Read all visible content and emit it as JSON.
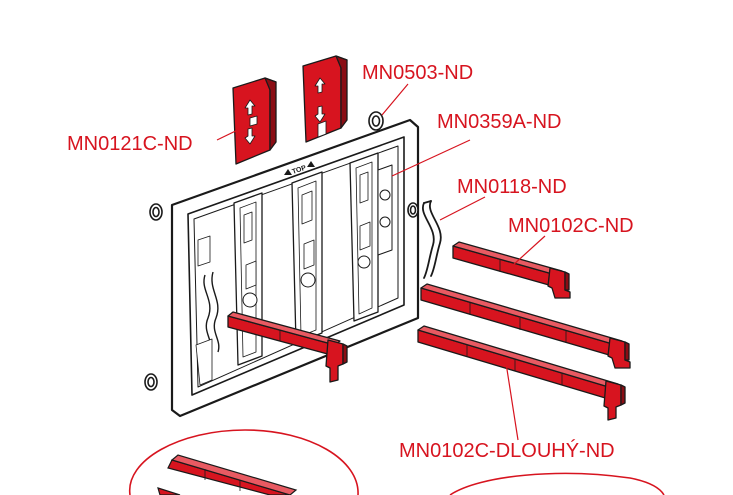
{
  "colors": {
    "accent": "#d7141f",
    "accent_dark": "#8a0d14",
    "outline": "#1a1a1a",
    "background": "#ffffff"
  },
  "frame": {
    "top_marking": "TOP"
  },
  "callouts": [
    {
      "id": "mn0121c",
      "label": "MN0121C-ND"
    },
    {
      "id": "mn0503",
      "label": "MN0503-ND"
    },
    {
      "id": "mn0359a",
      "label": "MN0359A-ND"
    },
    {
      "id": "mn0118",
      "label": "MN0118-ND"
    },
    {
      "id": "mn0102c",
      "label": "MN0102C-ND"
    },
    {
      "id": "mn0102c-dlouhy",
      "label": "MN0102C-DLOUHÝ-ND"
    }
  ]
}
